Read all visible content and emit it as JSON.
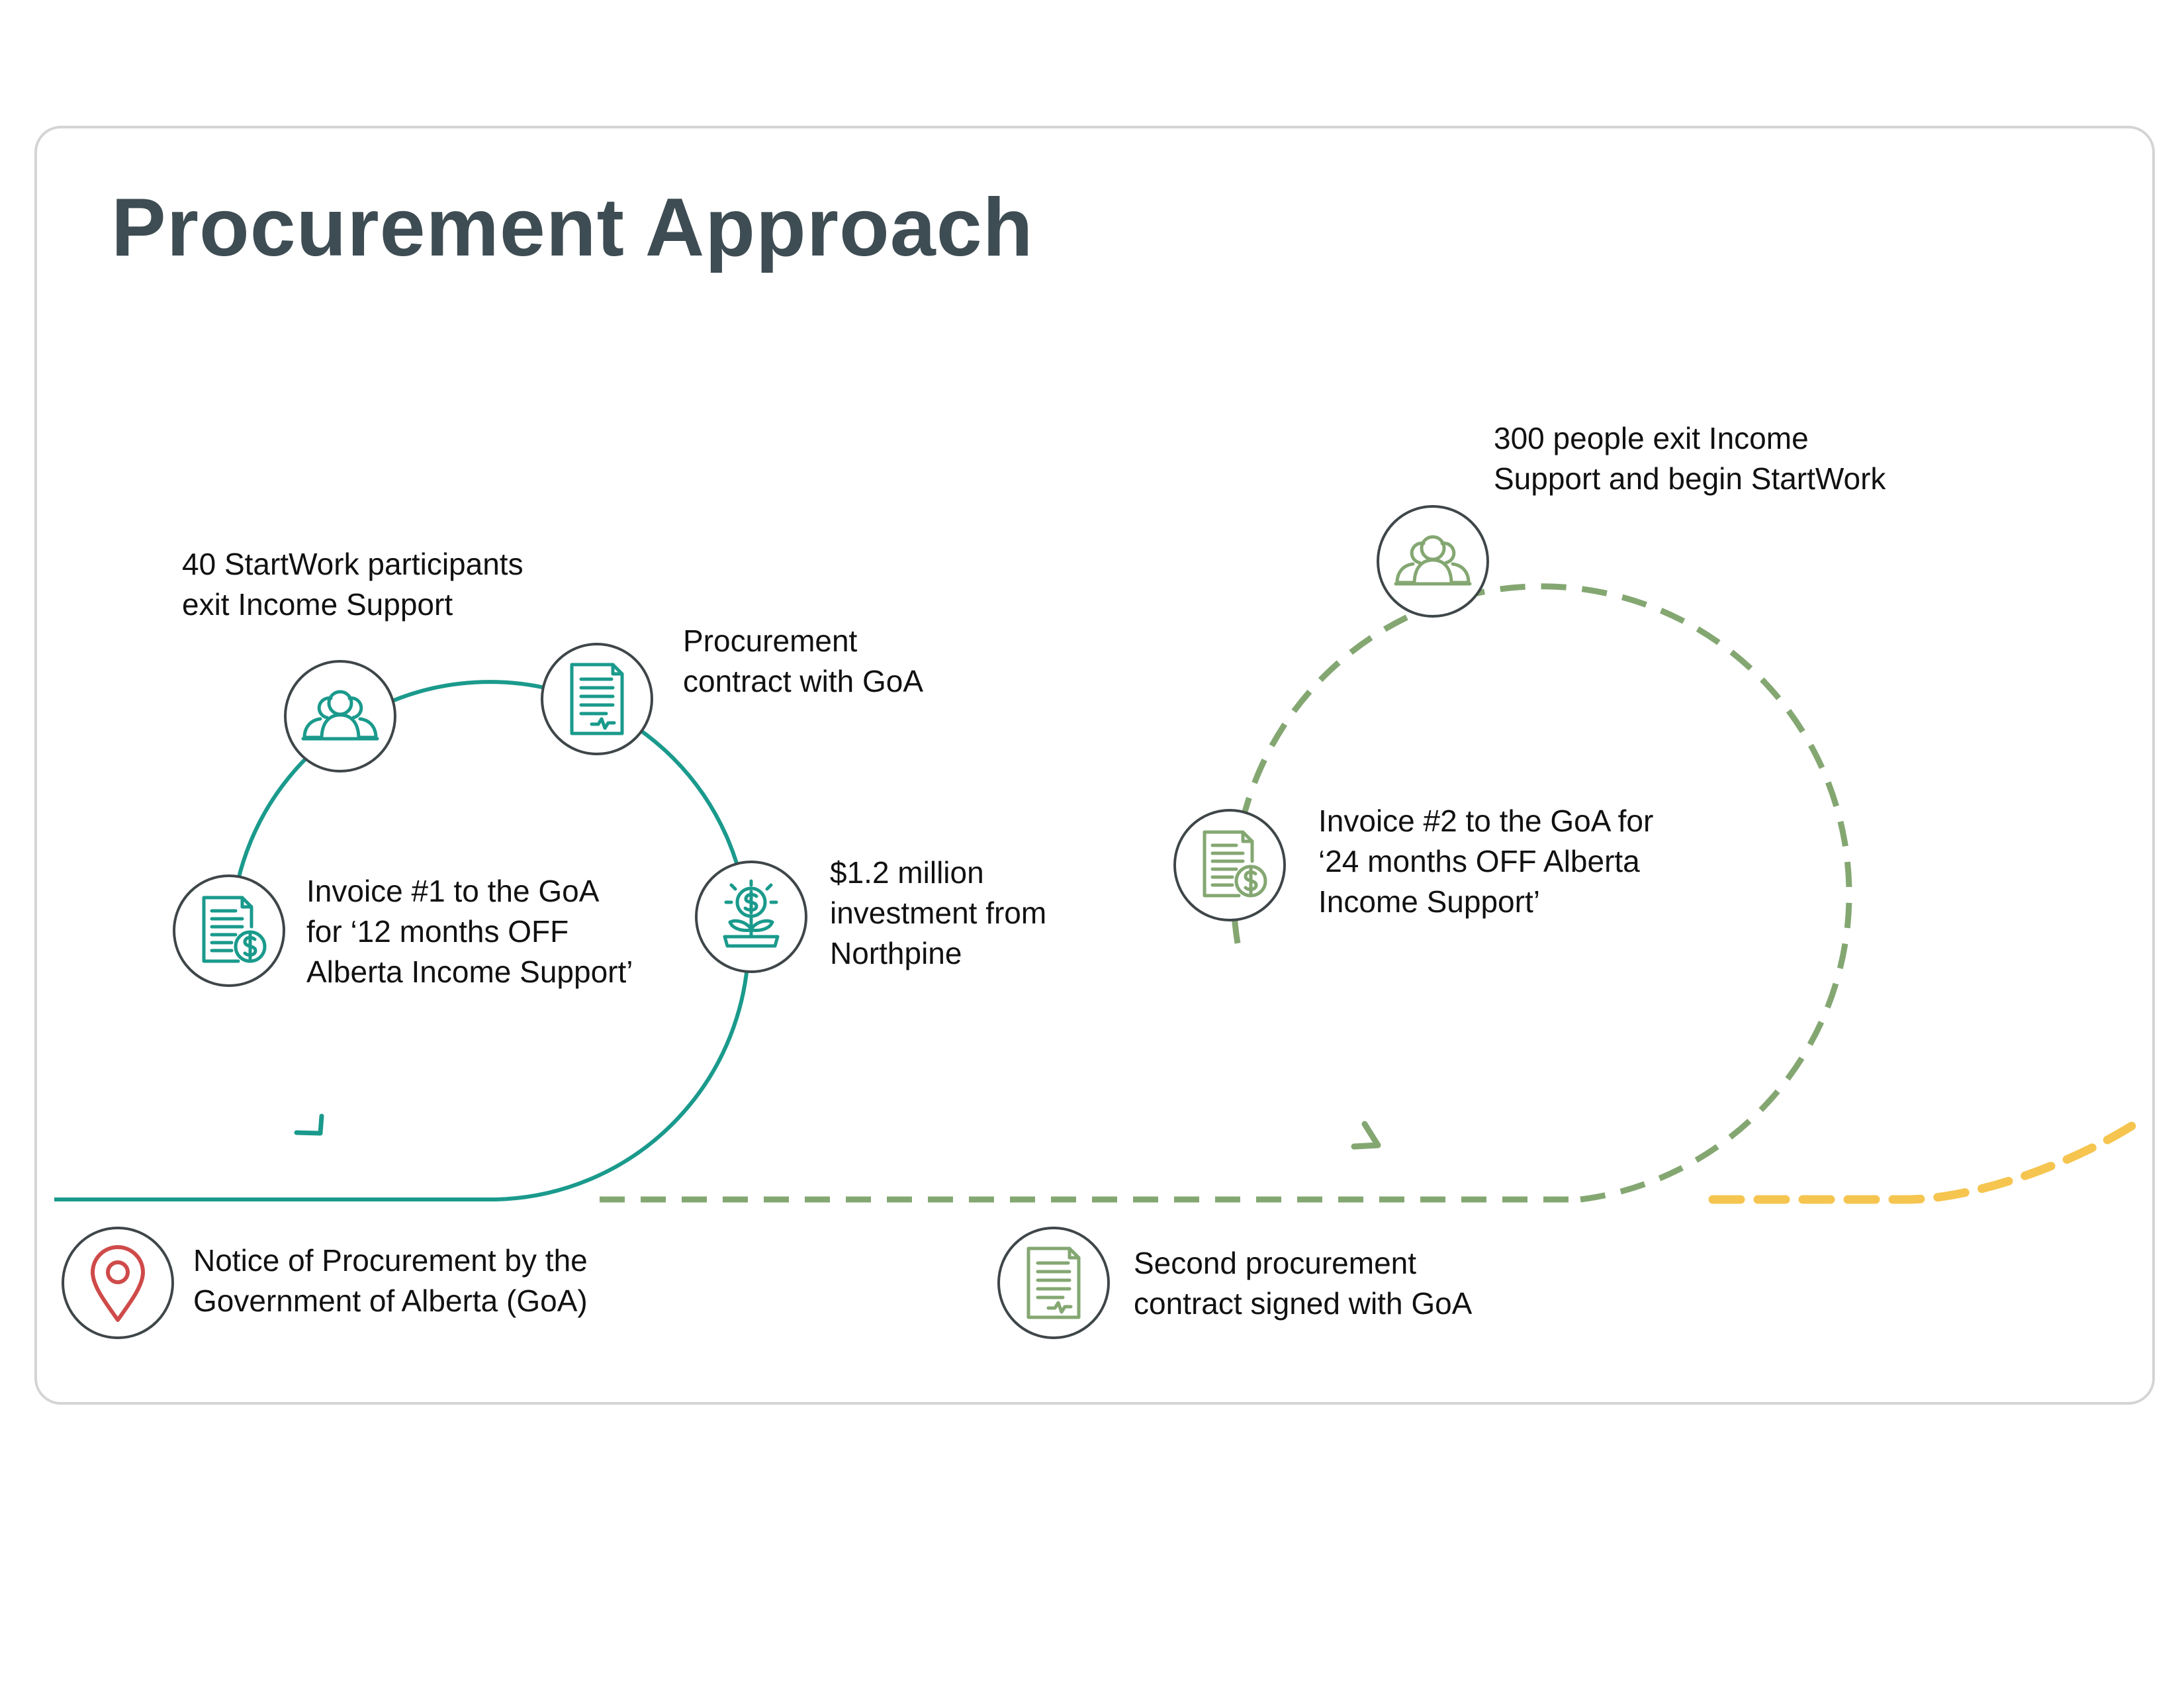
{
  "title": "Procurement Approach",
  "colors": {
    "teal": "#1a9a8c",
    "green": "#84a772",
    "yellow": "#f5c550",
    "red": "#cf4a4a",
    "icon_border": "#3f4649",
    "title": "#3e4c53"
  },
  "steps": {
    "participants_exit": {
      "icon": "people-icon",
      "lines": [
        "40 StartWork participants",
        "exit Income Support"
      ]
    },
    "procurement_contract": {
      "icon": "contract-document-icon",
      "lines": [
        "Procurement",
        "contract with GoA"
      ]
    },
    "investment": {
      "icon": "money-plant-icon",
      "lines": [
        "$1.2 million",
        "investment from",
        "Northpine"
      ]
    },
    "invoice_1": {
      "icon": "invoice-dollar-icon",
      "lines": [
        "Invoice #1 to the GoA",
        "for ‘12 months OFF",
        "Alberta Income Support’"
      ]
    },
    "notice": {
      "icon": "location-pin-icon",
      "lines": [
        "Notice of Procurement by the",
        "Government of Alberta (GoA)"
      ]
    },
    "people_exit_300": {
      "icon": "people-icon",
      "lines": [
        "300 people exit Income",
        "Support and begin StartWork"
      ]
    },
    "invoice_2": {
      "icon": "invoice-dollar-icon",
      "lines": [
        "Invoice #2 to the GoA for",
        "‘24 months OFF Alberta",
        "Income Support’"
      ]
    },
    "second_contract": {
      "icon": "contract-document-icon",
      "lines": [
        "Second procurement",
        "contract signed with GoA"
      ]
    }
  }
}
